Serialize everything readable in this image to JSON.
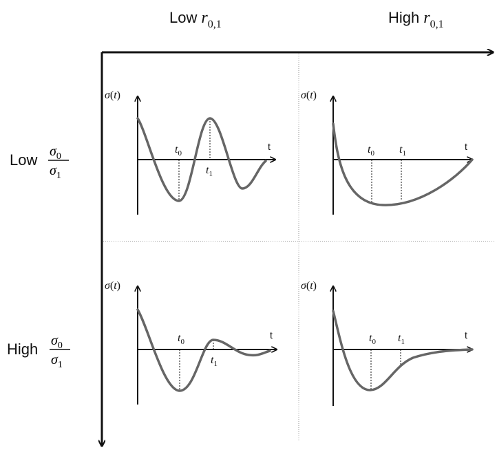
{
  "headers": {
    "col_left": {
      "word": "Low",
      "var": "r",
      "sub": "0,1"
    },
    "col_right": {
      "word": "High",
      "var": "r",
      "sub": "0,1"
    },
    "row_top": {
      "word": "Low",
      "num_var": "σ",
      "num_sub": "0",
      "den_var": "σ",
      "den_sub": "1"
    },
    "row_bottom": {
      "word": "High",
      "num_var": "σ",
      "num_sub": "0",
      "den_var": "σ",
      "den_sub": "1"
    }
  },
  "axis_labels": {
    "y": {
      "fn": "σ",
      "open": "(",
      "arg": "t",
      "close": ")"
    },
    "x": "t",
    "t0": {
      "var": "t",
      "sub": "0"
    },
    "t1": {
      "var": "t",
      "sub": "1"
    }
  }
}
